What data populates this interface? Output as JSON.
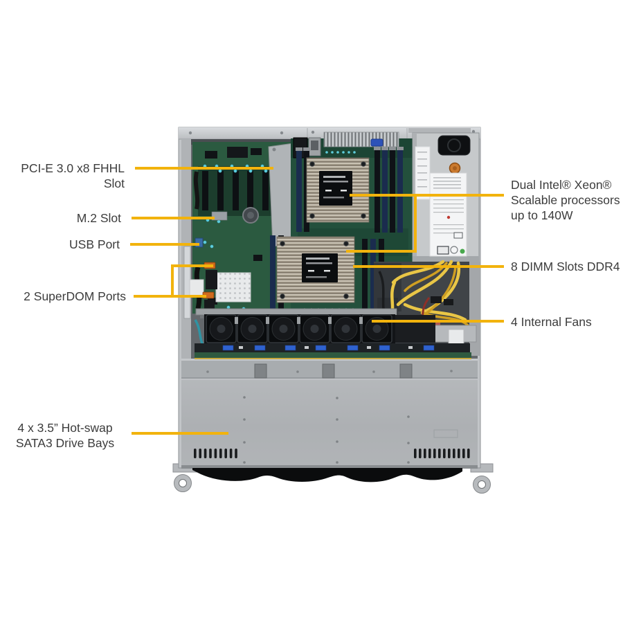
{
  "figure": {
    "description": "Top interior view of a 1U rack server chassis with component callouts",
    "background_color": "#ffffff",
    "callout_line_color": "#F2B30D",
    "label_text_color": "#3c3c3c"
  },
  "callouts": {
    "pcie": {
      "label": "PCI-E 3.0 x8 FHHL Slot"
    },
    "m2": {
      "label": "M.2 Slot"
    },
    "usb": {
      "label": "USB Port"
    },
    "superdom": {
      "label": "2 SuperDOM Ports"
    },
    "drive_bays": {
      "label": "4 x 3.5” Hot-swap\nSATA3 Drive Bays"
    },
    "cpu": {
      "label": "Dual Intel® Xeon®\nScalable processors\nup to 140W"
    },
    "dimm": {
      "label": "8 DIMM Slots DDR4"
    },
    "fans": {
      "label": "4 Internal Fans"
    }
  }
}
